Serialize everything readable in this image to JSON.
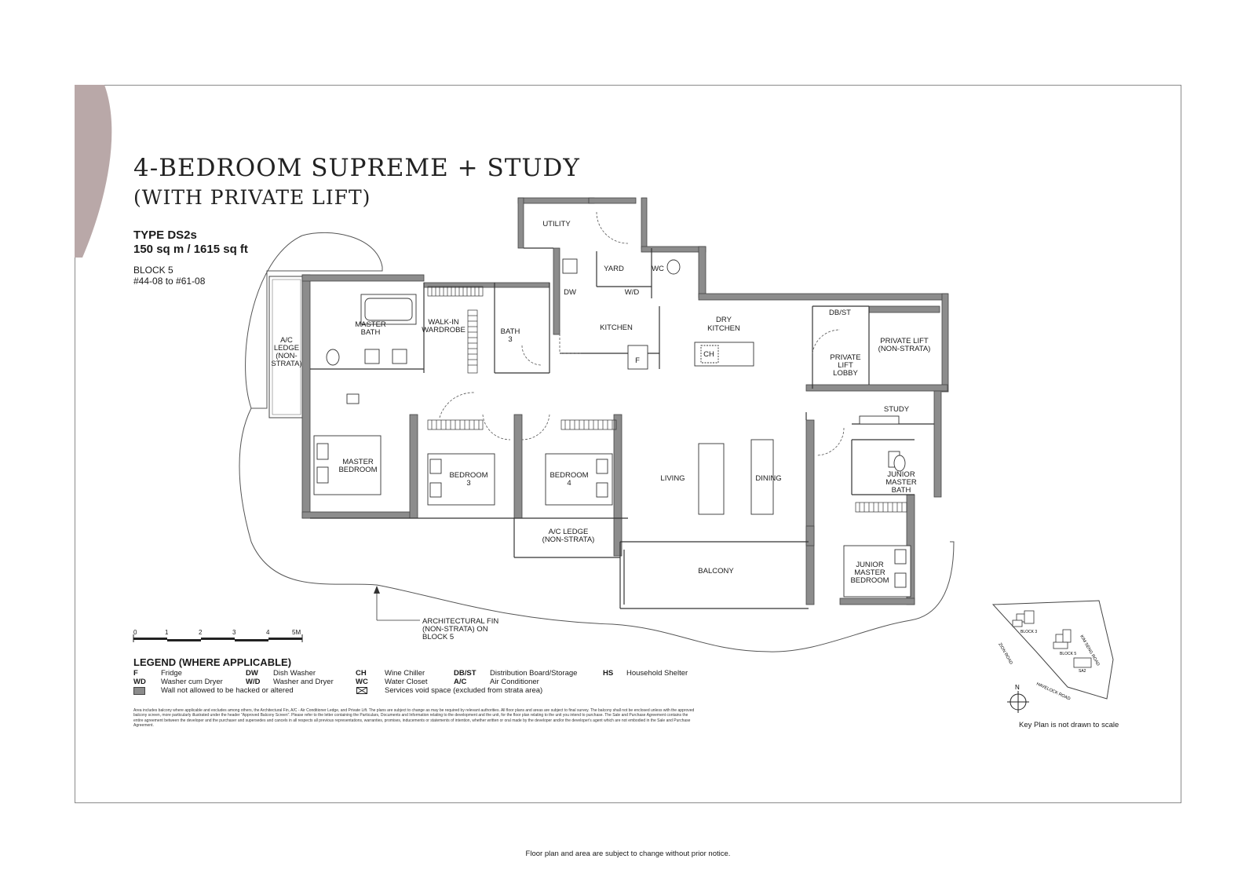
{
  "title_line1": "4-BEDROOM SUPREME + STUDY",
  "title_line2": "(WITH PRIVATE LIFT)",
  "unit_type": "TYPE DS2s",
  "unit_area": "150 sq m / 1615 sq ft",
  "block": "BLOCK 5",
  "units": "#44-08 to #61-08",
  "colors": {
    "wall": "#8c8c8c",
    "wall_outline": "#4a4a4a",
    "accent": "#b9a8a8"
  },
  "rooms": {
    "utility": "UTILITY",
    "yard": "YARD",
    "wc": "WC",
    "wd": "W/D",
    "dw": "DW",
    "kitchen": "KITCHEN",
    "dry_kitchen_1": "DRY",
    "dry_kitchen_2": "KITCHEN",
    "ch": "CH",
    "fridge": "F",
    "dbst": "DB/ST",
    "private_lift_1": "PRIVATE LIFT",
    "private_lift_2": "(NON-STRATA)",
    "lift_lobby_1": "PRIVATE",
    "lift_lobby_2": "LIFT",
    "lift_lobby_3": "LOBBY",
    "master_bath_1": "MASTER",
    "master_bath_2": "BATH",
    "walkin_1": "WALK-IN",
    "walkin_2": "WARDROBE",
    "bath3_1": "BATH",
    "bath3_2": "3",
    "ac_ledge_1": "A/C",
    "ac_ledge_2": "LEDGE",
    "ac_ledge_3": "(NON-",
    "ac_ledge_4": "STRATA)",
    "master_bed_1": "MASTER",
    "master_bed_2": "BEDROOM",
    "bed3_1": "BEDROOM",
    "bed3_2": "3",
    "bed4_1": "BEDROOM",
    "bed4_2": "4",
    "living": "LIVING",
    "dining": "DINING",
    "study": "STUDY",
    "jr_bath_1": "JUNIOR",
    "jr_bath_2": "MASTER",
    "jr_bath_3": "BATH",
    "ac_ledge_b_1": "A/C LEDGE",
    "ac_ledge_b_2": "(NON-STRATA)",
    "balcony": "BALCONY",
    "jr_bed_1": "JUNIOR",
    "jr_bed_2": "MASTER",
    "jr_bed_3": "BEDROOM"
  },
  "fin_note": [
    "ARCHITECTURAL FIN",
    "(NON-STRATA) ON",
    "BLOCK 5"
  ],
  "scale": {
    "labels": [
      "0",
      "1",
      "2",
      "3",
      "4",
      "5M"
    ]
  },
  "legend": {
    "title": "LEGEND (WHERE APPLICABLE)",
    "items": [
      {
        "code": "F",
        "desc": "Fridge"
      },
      {
        "code": "WD",
        "desc": "Washer cum Dryer"
      },
      {
        "code": "",
        "desc": "Wall not allowed to be hacked or altered"
      },
      {
        "code": "DW",
        "desc": "Dish Washer"
      },
      {
        "code": "W/D",
        "desc": "Washer and Dryer"
      },
      {
        "code": "CH",
        "desc": "Wine Chiller"
      },
      {
        "code": "WC",
        "desc": "Water Closet"
      },
      {
        "code": "",
        "desc": "Services void space (excluded from strata area)"
      },
      {
        "code": "DB/ST",
        "desc": "Distribution Board/Storage"
      },
      {
        "code": "A/C",
        "desc": "Air Conditioner"
      },
      {
        "code": "HS",
        "desc": "Household Shelter"
      }
    ]
  },
  "disclaimer": "Area includes balcony where applicable and excludes among others, the Architectural Fin, A/C - Air Conditioner Ledge, and Private Lift. The plans are subject to change as may be required by relevant authorities. All floor plans and areas are subject to final survey. The balcony shall not be enclosed unless with the approved balcony screen, more particularly illustrated under the header \"Approved Balcony Screen\". Please refer to the letter containing the Particulars, Documents and Information relating to the development and the unit, for the floor plan relating to the unit you intend to purchase. The Sale and Purchase Agreement contains the entire agreement between the developer and the purchaser and supersedes and cancels in all respects all previous representations, warranties, promises, inducements or statements of intention, whether written or oral made by the developer and/or the developer's agent which are not embodied in the Sale and Purchase Agreement.",
  "keyplan": {
    "north": "N",
    "block3": "BLOCK 3",
    "block5": "BLOCK 5",
    "sa2": "SA2",
    "kim_seng": "KIM SENG ROAD",
    "zion": "ZION ROAD",
    "havelock": "HAVELOCK ROAD",
    "note": "Key Plan is not drawn to scale"
  },
  "footer": "Floor plan and area are subject to change without prior notice."
}
